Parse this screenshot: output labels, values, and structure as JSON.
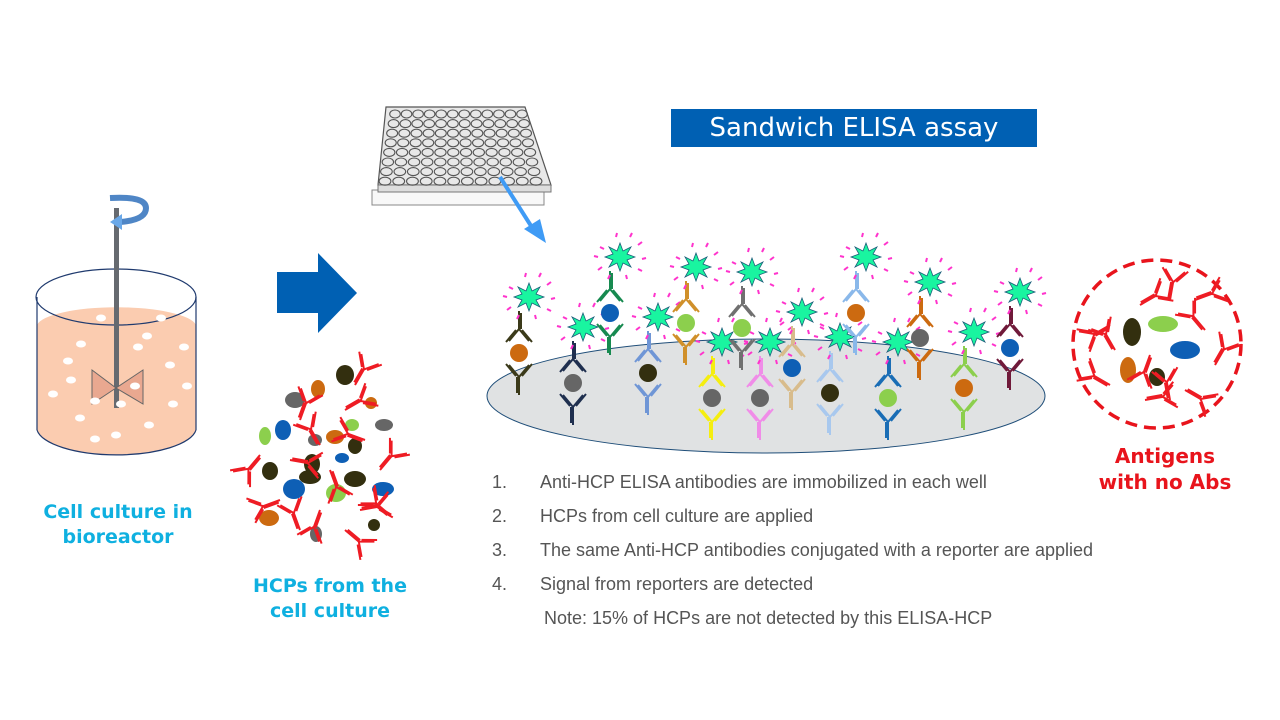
{
  "title": "Sandwich ELISA assay",
  "bioreactor": {
    "label_line1": "Cell culture in",
    "label_line2": "bioreactor",
    "icon": "bioreactor-icon"
  },
  "hcps": {
    "label_line1": "HCPs from the",
    "label_line2": "cell culture",
    "icon": "protein-mixture-icon"
  },
  "process_arrow": {
    "icon": "right-arrow-icon"
  },
  "plate": {
    "icon": "96-well-plate-icon"
  },
  "steps": [
    {
      "num": "1.",
      "text": "Anti-HCP ELISA antibodies are immobilized  in each well"
    },
    {
      "num": "2.",
      "text": "HCPs from cell culture are applied"
    },
    {
      "num": "3.",
      "text": "The same Anti-HCP antibodies conjugated with a reporter are applied"
    },
    {
      "num": "4.",
      "text": "Signal from reporters are detected"
    }
  ],
  "note": "Note: 15% of HCPs are not detected by this ELISA-HCP",
  "no_abs": {
    "label_line1": "Antigens",
    "label_line2": "with no Abs",
    "icon": "undetected-antigens-icon"
  },
  "colors": {
    "brand_blue": "#0060b3",
    "label_cyan": "#0fb0e0",
    "alert_red": "#e8141c",
    "reporter_green": "#19f5a0",
    "reporter_pink": "#ff33cc",
    "culture_peach": "#fbccb0",
    "well_gray": "#e0e2e3"
  }
}
